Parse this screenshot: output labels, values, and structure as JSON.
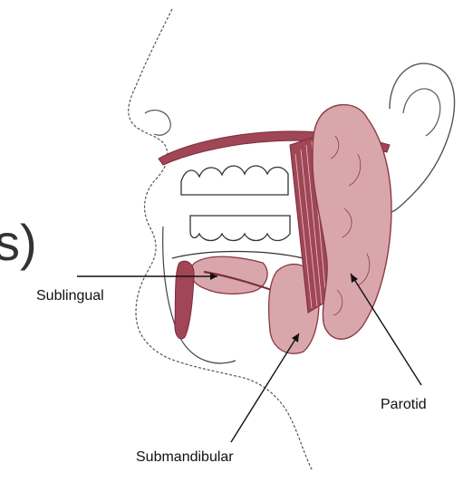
{
  "fragment": "s)",
  "labels": {
    "sublingual": "Sublingual",
    "submandibular": "Submandibular",
    "parotid": "Parotid"
  },
  "colors": {
    "gland_fill": "#d9a6ab",
    "gland_outline": "#8b3a45",
    "muscle_dark": "#a04656",
    "outline": "#333333"
  }
}
